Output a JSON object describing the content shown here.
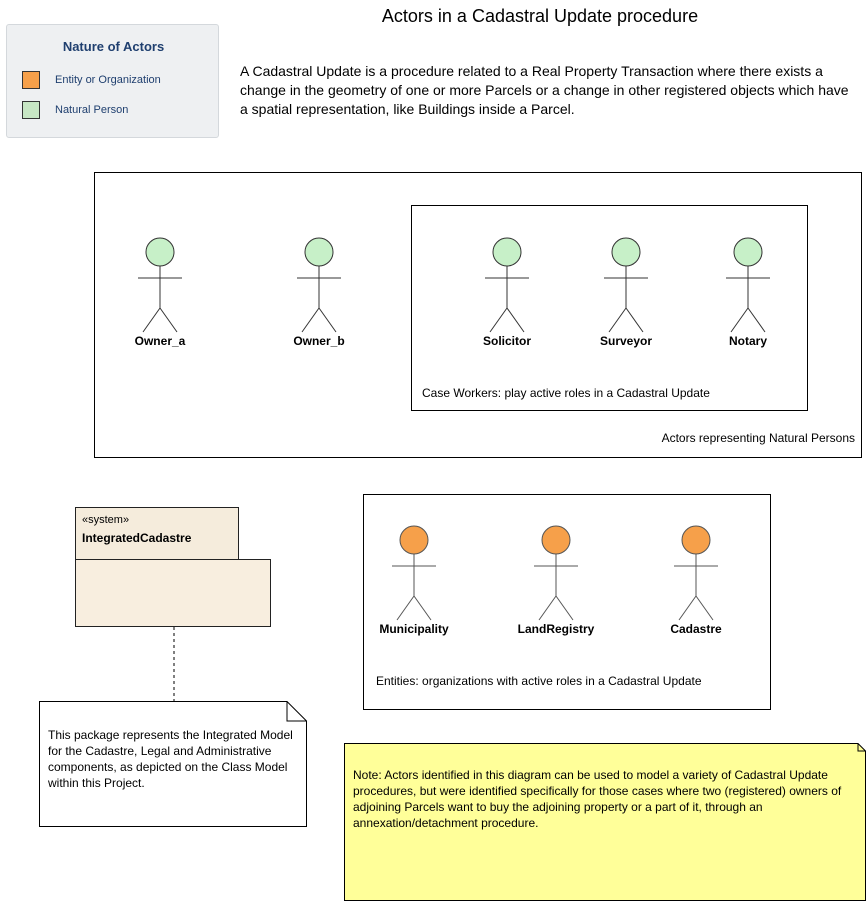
{
  "legend": {
    "title": "Nature of Actors",
    "items": [
      {
        "label": "Entity or Organization",
        "color": "#f6a04a"
      },
      {
        "label": "Natural Person",
        "color": "#c7e6c4"
      }
    ]
  },
  "title": "Actors in a Cadastral Update procedure",
  "description": "A Cadastral Update is a procedure related to a Real Property Transaction where there exists a change in the geometry of one or more Parcels or a change in other registered objects which have a spatial representation, like Buildings inside a Parcel.",
  "natural_persons": {
    "boundary_label": "Actors representing Natural Persons",
    "actors": [
      "Owner_a",
      "Owner_b"
    ],
    "case_workers": {
      "boundary_label": "Case Workers: play active roles in a Cadastral Update",
      "actors": [
        "Solicitor",
        "Surveyor",
        "Notary"
      ]
    }
  },
  "package": {
    "stereotype": "«system»",
    "name": "IntegratedCadastre"
  },
  "package_note": "This package represents the Integrated Model for the Cadastre, Legal and Administrative components, as depicted on the Class Model within this Project.",
  "entities": {
    "boundary_label": "Entities: organizations with active roles in a Cadastral Update",
    "actors": [
      "Municipality",
      "LandRegistry",
      "Cadastre"
    ]
  },
  "note": "Note: Actors identified in this diagram can be used to model a variety of Cadastral Update procedures, but were identified specifically for those cases where two (registered) owners of adjoining Parcels want to buy the adjoining property or a part of it, through an annexation/detachment procedure.",
  "colors": {
    "natural_person_head": "#c7f0c8",
    "organization_head": "#f6a04a",
    "note_yellow": "#ffff99",
    "package_fill": "#f8eedf"
  }
}
